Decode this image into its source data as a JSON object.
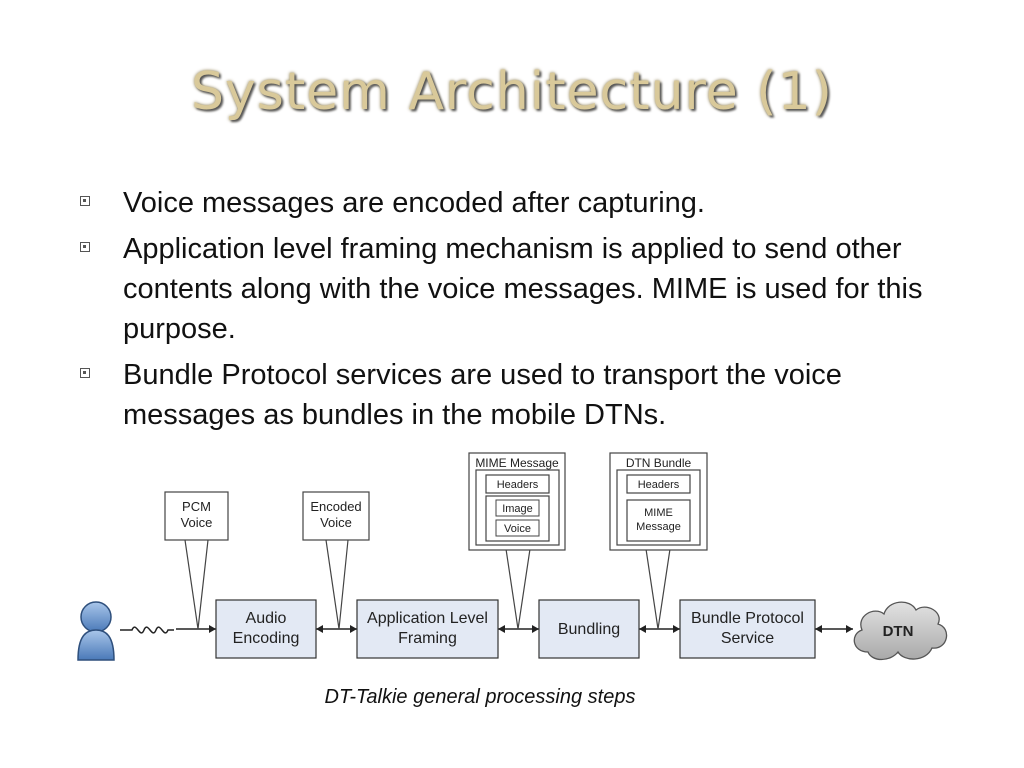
{
  "slide": {
    "title": "System Architecture (1)",
    "bullets": [
      "Voice messages are encoded after capturing.",
      "Application level framing mechanism is applied to send other contents along with the voice messages. MIME is used for this purpose.",
      "Bundle Protocol services are used to transport the voice messages as bundles in the mobile DTNs."
    ]
  },
  "diagram": {
    "blocks": [
      "Audio Encoding",
      "Application Level Framing",
      "Bundling",
      "Bundle Protocol Service"
    ],
    "callouts": {
      "pcm": "PCM Voice",
      "encoded": "Encoded Voice"
    },
    "mime_message": {
      "title": "MIME Message",
      "headers": "Headers",
      "image": "Image",
      "voice": "Voice"
    },
    "dtn_bundle": {
      "title": "DTN Bundle",
      "headers": "Headers",
      "payload": "MIME Message"
    },
    "cloud_label": "DTN",
    "caption": "DT-Talkie general processing steps"
  }
}
